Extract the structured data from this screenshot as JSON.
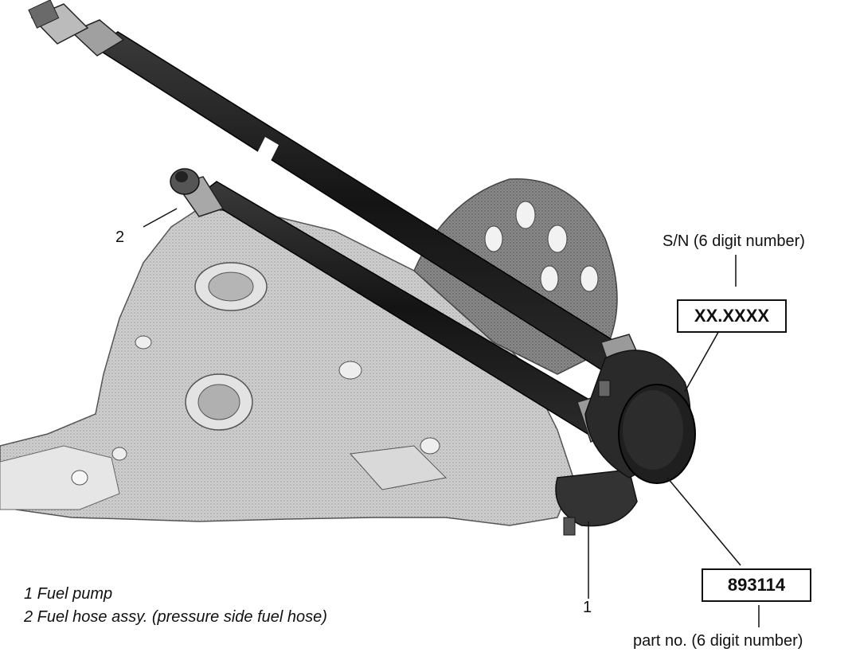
{
  "callouts": {
    "pump_number": "1",
    "hose_number": "2"
  },
  "serial_number": {
    "caption": "S/N (6 digit number)",
    "value": "XX.XXXX"
  },
  "part_number": {
    "value": "893114",
    "caption": "part no. (6 digit number)"
  },
  "legend": [
    "1 Fuel pump",
    "2 Fuel hose assy. (pressure side fuel hose)"
  ],
  "colors": {
    "hose": "#1e1e1e",
    "engine": "#c8c8c8",
    "pump": "#262626",
    "line": "#111111"
  }
}
